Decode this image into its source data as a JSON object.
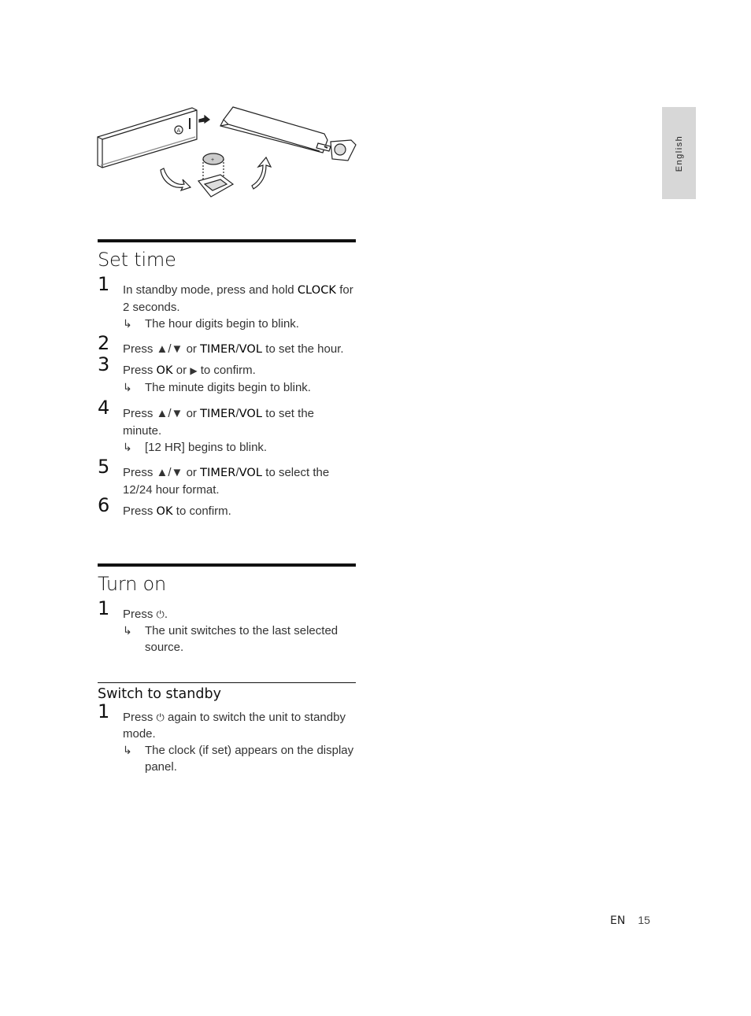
{
  "side_tab": {
    "label": "English"
  },
  "set_time": {
    "title": "Set time",
    "steps": [
      {
        "num": "1",
        "t1": "In standby mode, press and hold ",
        "k1": "CLOCK",
        "t2": " for 2 seconds.",
        "result": "The hour digits begin to blink."
      },
      {
        "num": "2",
        "t1": "Press ",
        "k1": "TIMER",
        "sep": "/",
        "k2": "VOL",
        "t2": " to set the hour."
      },
      {
        "num": "3",
        "t1": "Press ",
        "k1": "OK",
        "t2": " or ",
        "t3": " to confirm.",
        "result": "The minute digits begin to blink."
      },
      {
        "num": "4",
        "t1": "Press ",
        "k1": "TIMER",
        "sep": "/",
        "k2": "VOL",
        "t2": " to set the minute.",
        "result": "[12 HR] begins to blink."
      },
      {
        "num": "5",
        "t1": "Press ",
        "k1": "TIMER",
        "sep": "/",
        "k2": "VOL",
        "t2": " to select the 12/24 hour format."
      },
      {
        "num": "6",
        "t1": "Press ",
        "k1": "OK",
        "t2": " to confirm."
      }
    ],
    "updown_or": " or "
  },
  "turn_on": {
    "title": "Turn on",
    "step": {
      "num": "1",
      "t1": "Press ",
      "t2": ".",
      "result": "The unit switches to the last selected source."
    }
  },
  "standby": {
    "title": "Switch to standby",
    "step": {
      "num": "1",
      "t1": "Press ",
      "t2": " again to switch the unit to standby mode.",
      "result": "The clock (if set) appears on the display panel."
    }
  },
  "footer": {
    "lang": "EN",
    "page": "15"
  },
  "icons": {
    "result_arrow": "result-arrow-icon",
    "power": "power-icon",
    "up": "up-triangle-icon",
    "down": "down-triangle-icon",
    "play": "play-icon"
  }
}
